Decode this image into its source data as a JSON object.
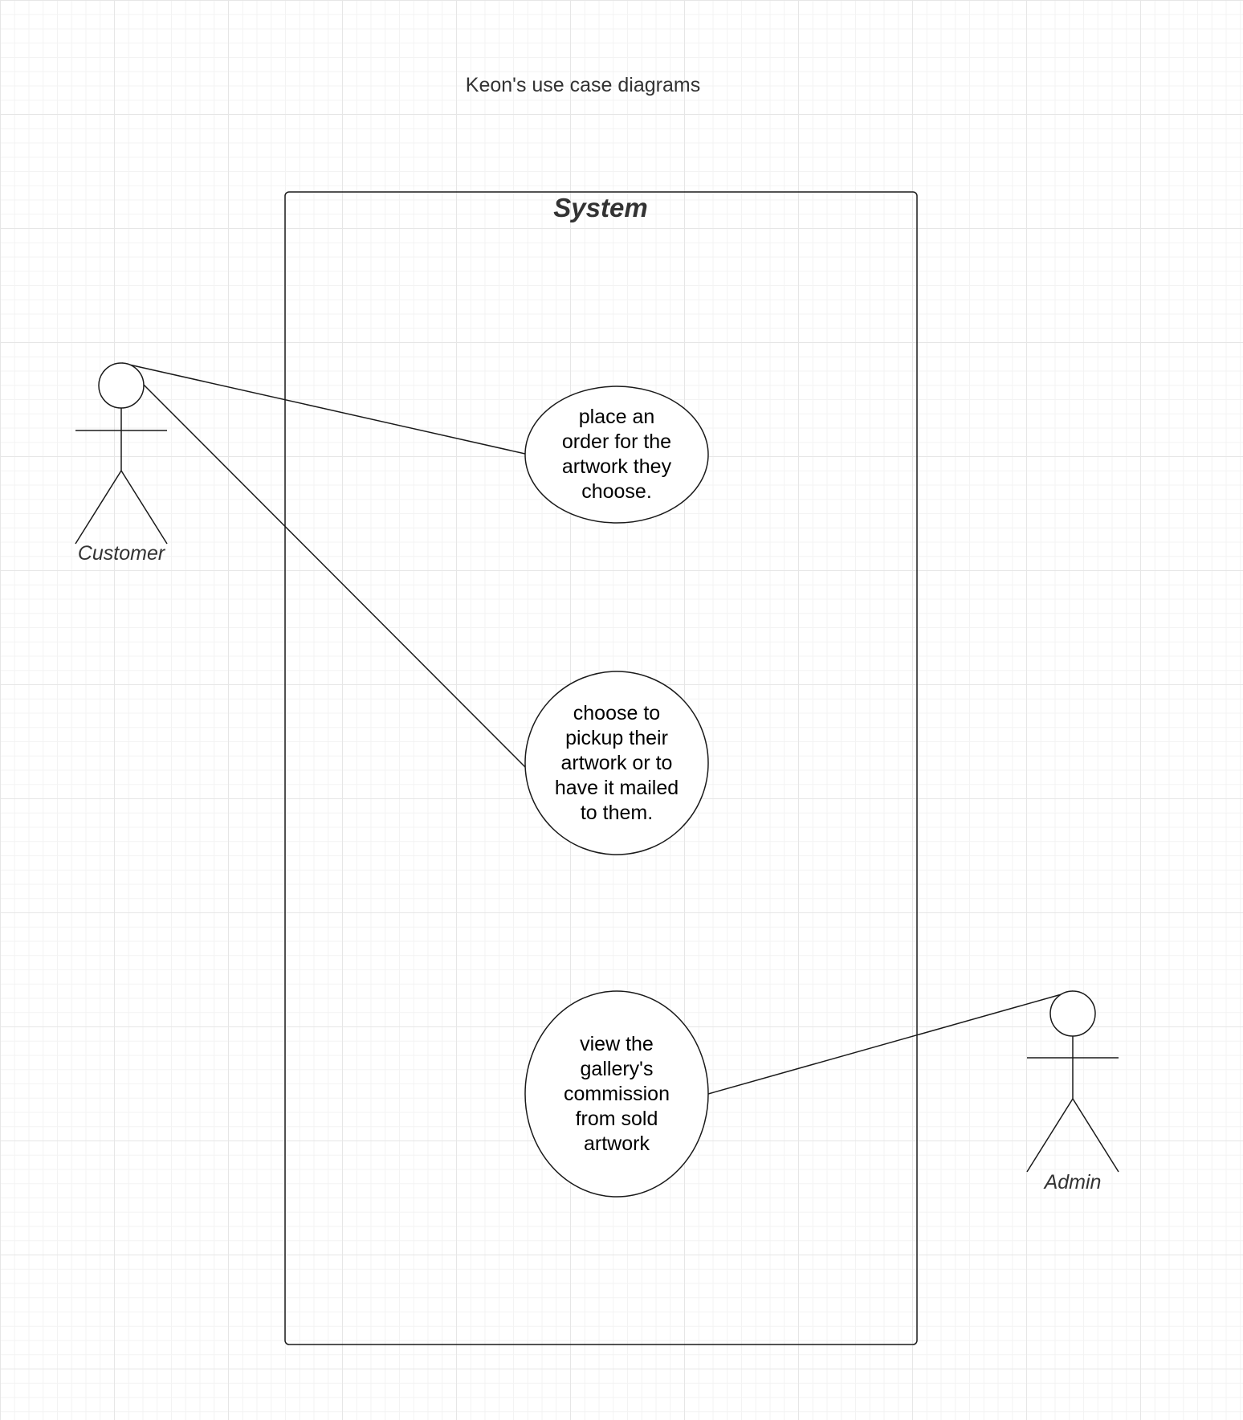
{
  "title": "Keon's use case diagrams",
  "system": {
    "label": "System"
  },
  "actors": [
    {
      "id": "customer",
      "label": "Customer"
    },
    {
      "id": "admin",
      "label": "Admin"
    }
  ],
  "use_cases": [
    {
      "id": "place-order",
      "label": "place an\norder for the\nartwork they\nchoose."
    },
    {
      "id": "choose-pickup",
      "label": "choose to\npickup their\nartwork or to\nhave it mailed\nto them."
    },
    {
      "id": "view-commission",
      "label": "view the\ngallery's\ncommission\nfrom sold\nartwork"
    }
  ],
  "associations": [
    {
      "from": "customer",
      "to": "place-order"
    },
    {
      "from": "customer",
      "to": "choose-pickup"
    },
    {
      "from": "admin",
      "to": "view-commission"
    }
  ],
  "colors": {
    "stroke": "#1a1a1a",
    "grid": "#e6e6e6",
    "text": "#333333"
  }
}
